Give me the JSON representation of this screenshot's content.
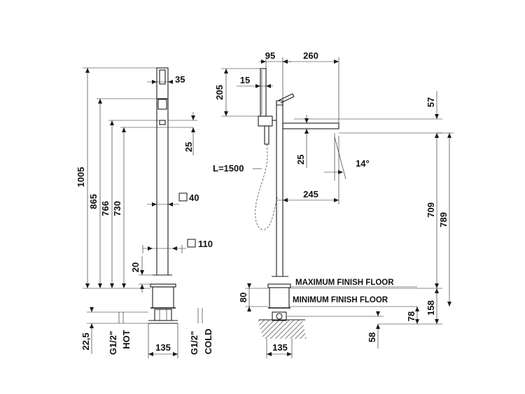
{
  "left_view": {
    "dims": {
      "d1005": "1005",
      "d865": "865",
      "d766": "766",
      "d730": "730",
      "d35": "35",
      "d25": "25",
      "d40": "40",
      "d110": "110",
      "d20": "20",
      "d22_5": "22,5",
      "d135": "135"
    },
    "labels": {
      "g_left": "G1/2\"",
      "hot": "HOT",
      "g_right": "G1/2\"",
      "cold": "COLD"
    }
  },
  "right_view": {
    "dims": {
      "d95": "95",
      "d260": "260",
      "d205": "205",
      "d15": "15",
      "d57": "57",
      "d25": "25",
      "d14": "14°",
      "d245": "245",
      "d709": "709",
      "d789": "789",
      "d80": "80",
      "d158": "158",
      "d78": "78",
      "d58": "58",
      "d135": "135"
    },
    "labels": {
      "hose_length": "L=1500",
      "max_floor": "MAXIMUM FINISH FLOOR",
      "min_floor": "MINIMUM FINISH FLOOR"
    }
  }
}
